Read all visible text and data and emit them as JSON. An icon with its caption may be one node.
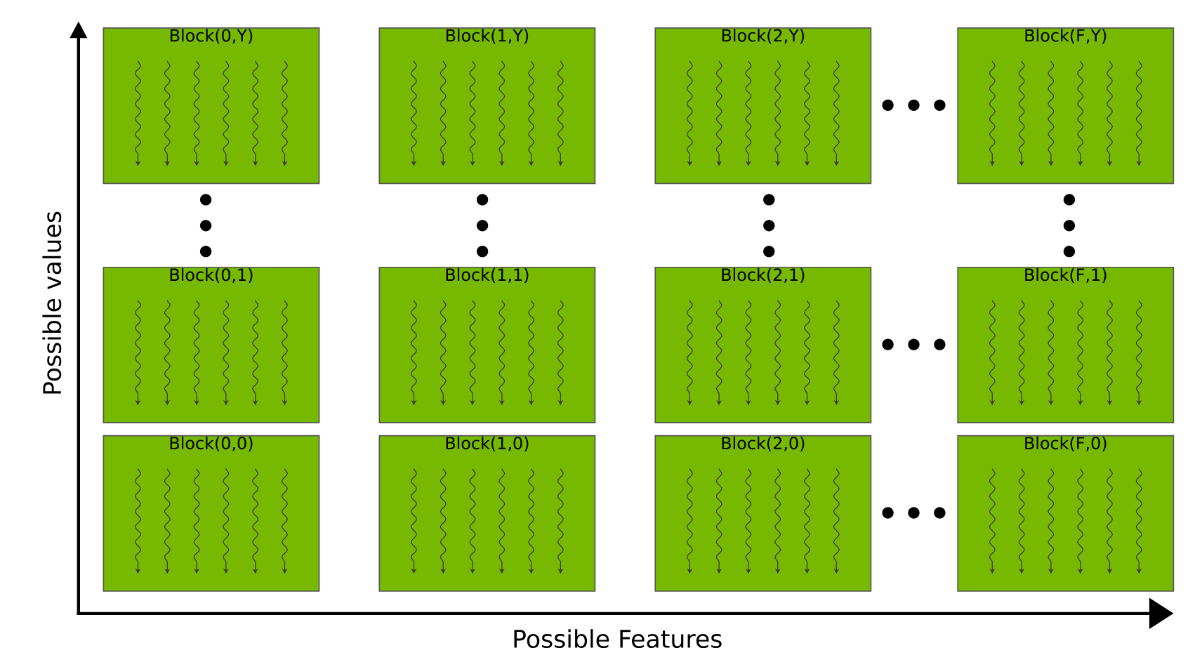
{
  "diagram": {
    "nodes": [
      {
        "text": [
          "Block(0,Y)"
        ]
      },
      {
        "text": [
          "Block(1,Y)"
        ]
      },
      {
        "text": [
          "Block(2,Y)"
        ]
      },
      {
        "text": [
          "Block(F,Y)"
        ]
      },
      {
        "text": [
          "Block(0,1)"
        ]
      },
      {
        "text": [
          "Block(1,1)"
        ]
      },
      {
        "text": [
          "Block(2,1)"
        ]
      },
      {
        "text": [
          "Block(F,1)"
        ]
      },
      {
        "text": [
          "Block(0,0)"
        ]
      },
      {
        "text": [
          "Block(1,0)"
        ]
      },
      {
        "text": [
          "Block(2,0)"
        ]
      },
      {
        "text": [
          "Block(F,0)"
        ]
      }
    ],
    "labels": [
      "Possible values",
      "Possible Features"
    ]
  }
}
